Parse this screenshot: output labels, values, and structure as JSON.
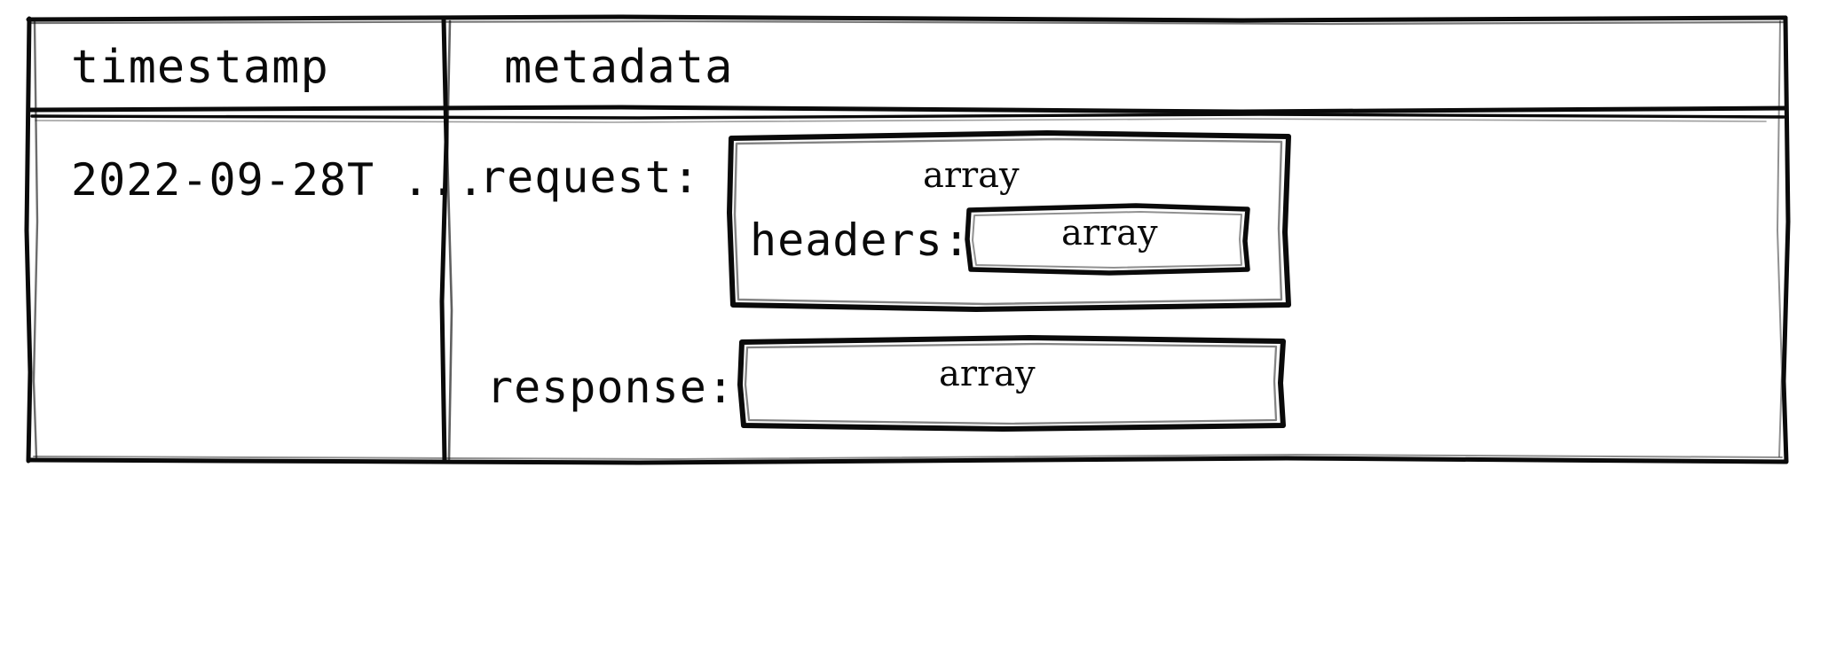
{
  "table": {
    "columns": [
      {
        "name": "timestamp",
        "header": "timestamp"
      },
      {
        "name": "metadata",
        "header": "metadata"
      }
    ],
    "rows": [
      {
        "timestamp": "2022-09-28T ...",
        "metadata": {
          "fields": [
            {
              "key": "request:",
              "type": "array",
              "children": [
                {
                  "key": "headers:",
                  "type": "array"
                }
              ]
            },
            {
              "key": "response:",
              "type": "array",
              "children": []
            }
          ]
        }
      }
    ]
  },
  "style": {
    "stroke": "#0a0a0a",
    "background": "#ffffff"
  }
}
